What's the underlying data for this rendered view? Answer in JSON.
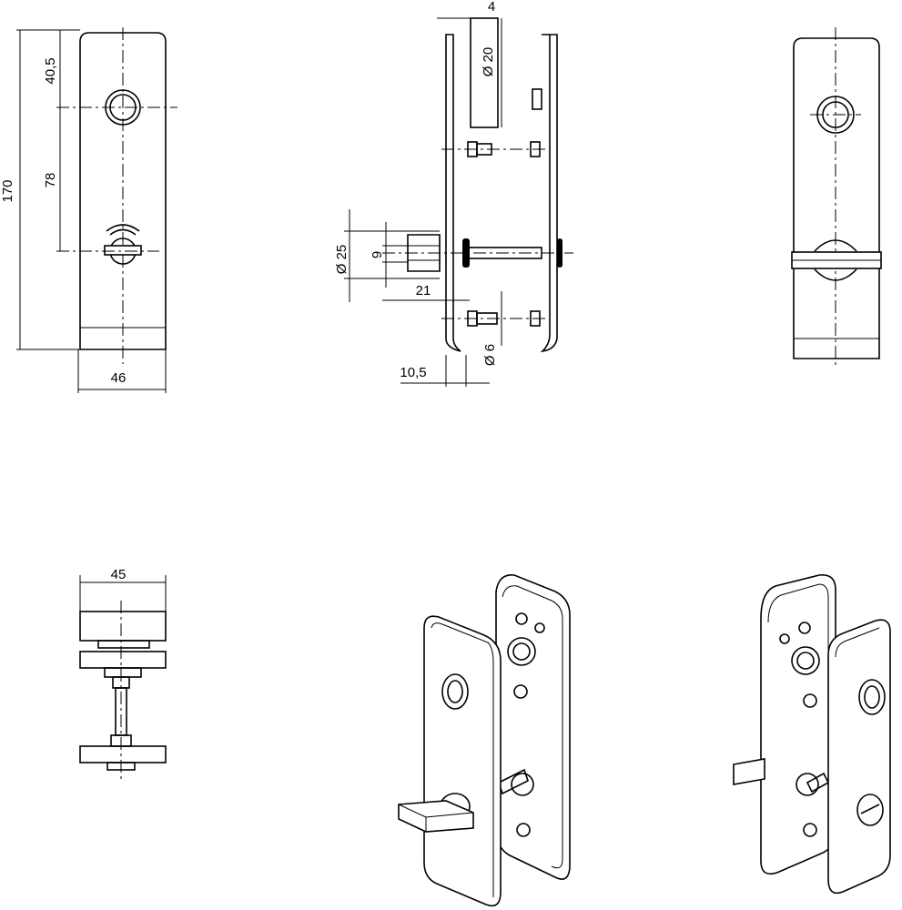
{
  "dimensions": {
    "front_height_total": "170",
    "front_top_to_hole": "40,5",
    "front_hole_spacing": "78",
    "front_width": "46",
    "side_thickness": "4",
    "side_spindle_diameter": "Ø 20",
    "side_knob_diameter": "Ø 25",
    "side_knob_shaft": "9",
    "side_knob_length": "21",
    "side_offset": "10,5",
    "side_screw_diameter": "Ø 6",
    "top_width": "45"
  },
  "colors": {
    "line": "#000000",
    "background": "#ffffff"
  }
}
